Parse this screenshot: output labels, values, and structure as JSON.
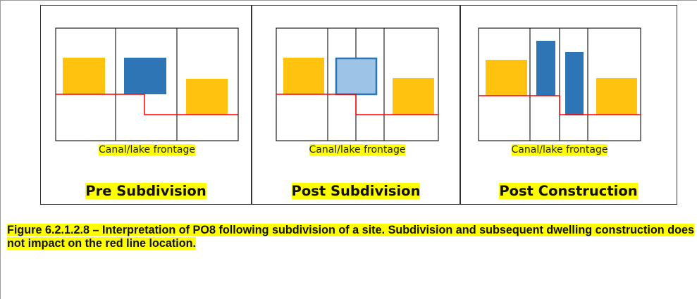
{
  "colors": {
    "existing_building": "#FFC20E",
    "new_building": "#2E75B6",
    "new_building_planned_fill": "#9DC3E6",
    "red_line": "#FF0000",
    "highlight": "#FFFF00"
  },
  "panels": [
    {
      "frontage_label": "Canal/lake frontage",
      "title": "Pre Subdivision"
    },
    {
      "frontage_label": "Canal/lake frontage",
      "title": "Post Subdivision"
    },
    {
      "frontage_label": "Canal/lake frontage",
      "title": "Post Construction"
    }
  ],
  "caption": "Figure 6.2.1.2.8 – Interpretation of PO8 following subdivision of a site. Subdivision and subsequent dwelling construction does not impact on the red line location."
}
